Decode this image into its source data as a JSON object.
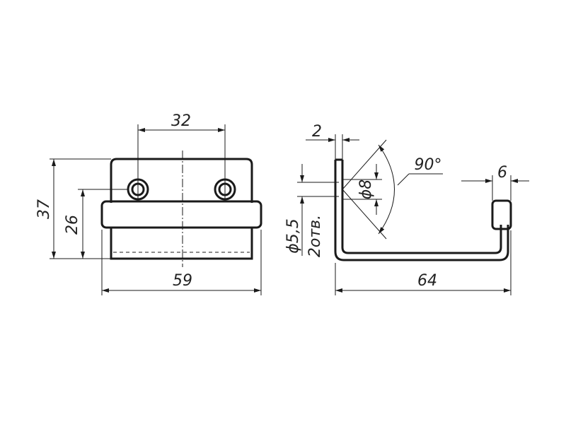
{
  "front_view": {
    "dim_hole_spacing": "32",
    "dim_total_height": "37",
    "dim_mount_height": "26",
    "dim_width": "59"
  },
  "side_view": {
    "dim_thickness": "2",
    "dim_angle": "90°",
    "dim_tip_width": "6",
    "dim_outer_diameter": "ϕ8",
    "dim_hole_diameter": "ϕ5,5",
    "dim_hole_count": "2отв.",
    "dim_length": "64"
  },
  "colors": {
    "line": "#1a1a1a",
    "background": "#ffffff"
  }
}
